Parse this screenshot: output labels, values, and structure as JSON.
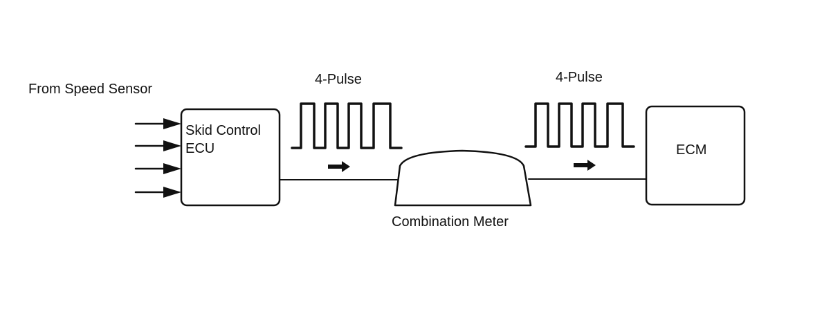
{
  "labels": {
    "source": "From Speed Sensor",
    "pulse_left": "4-Pulse",
    "pulse_right": "4-Pulse",
    "skid_line1": "Skid Control",
    "skid_line2": "ECU",
    "ecm": "ECM",
    "meter": "Combination Meter"
  },
  "colors": {
    "stroke": "#111111",
    "background": "#ffffff"
  }
}
